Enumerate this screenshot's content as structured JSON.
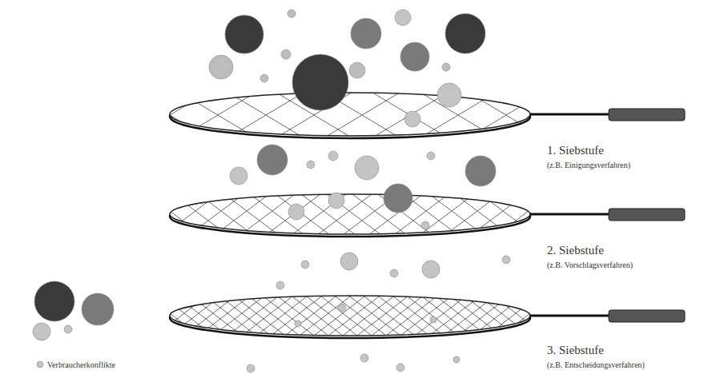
{
  "diagram": {
    "labels": [
      "1. Siebstufe",
      "(z.B. Einigungsverfahren)",
      "2. Siebstufe",
      "(z.B. Vorschlagsverfahren)",
      "3. Siebstufe",
      "(z.B. Entscheidungsverfahren)"
    ],
    "legend": [
      {
        "text": "Verbraucherkonflikte"
      }
    ]
  }
}
